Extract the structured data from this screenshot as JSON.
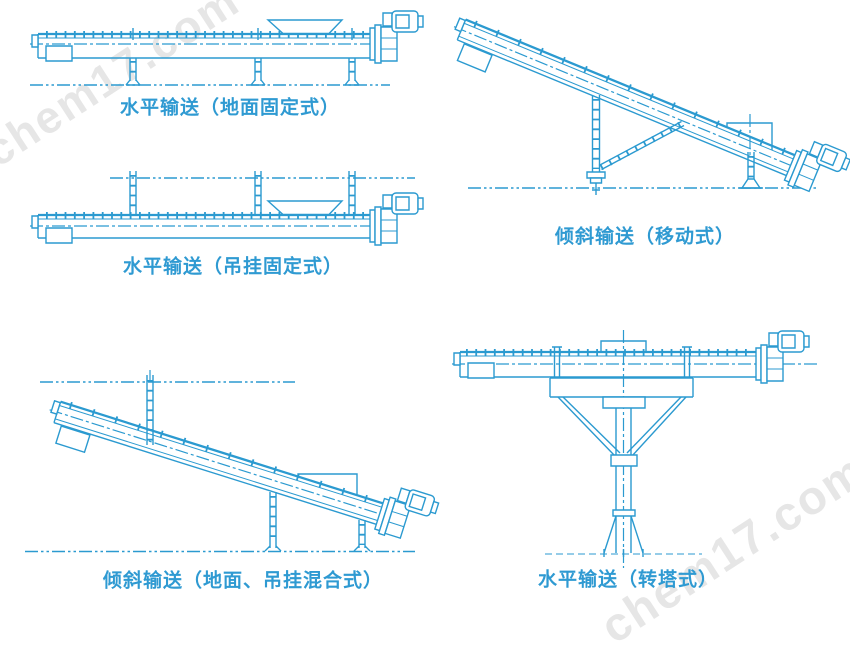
{
  "colors": {
    "line_blue": "#2b9ad0",
    "caption_blue": "#2f9ad2",
    "watermark_gray": "#d2d2d2",
    "background": "#ffffff"
  },
  "watermark": {
    "text": "chem17.com"
  },
  "diagrams": [
    {
      "id": "horizontal-ground-fixed",
      "caption": "水平输送（地面固定式）"
    },
    {
      "id": "horizontal-hanging-fixed",
      "caption": "水平输送（吊挂固定式）"
    },
    {
      "id": "inclined-mobile",
      "caption": "倾斜输送（移动式）"
    },
    {
      "id": "inclined-ground-hanging-hybrid",
      "caption": "倾斜输送（地面、吊挂混合式）"
    },
    {
      "id": "horizontal-turret",
      "caption": "水平输送（转塔式）"
    }
  ]
}
